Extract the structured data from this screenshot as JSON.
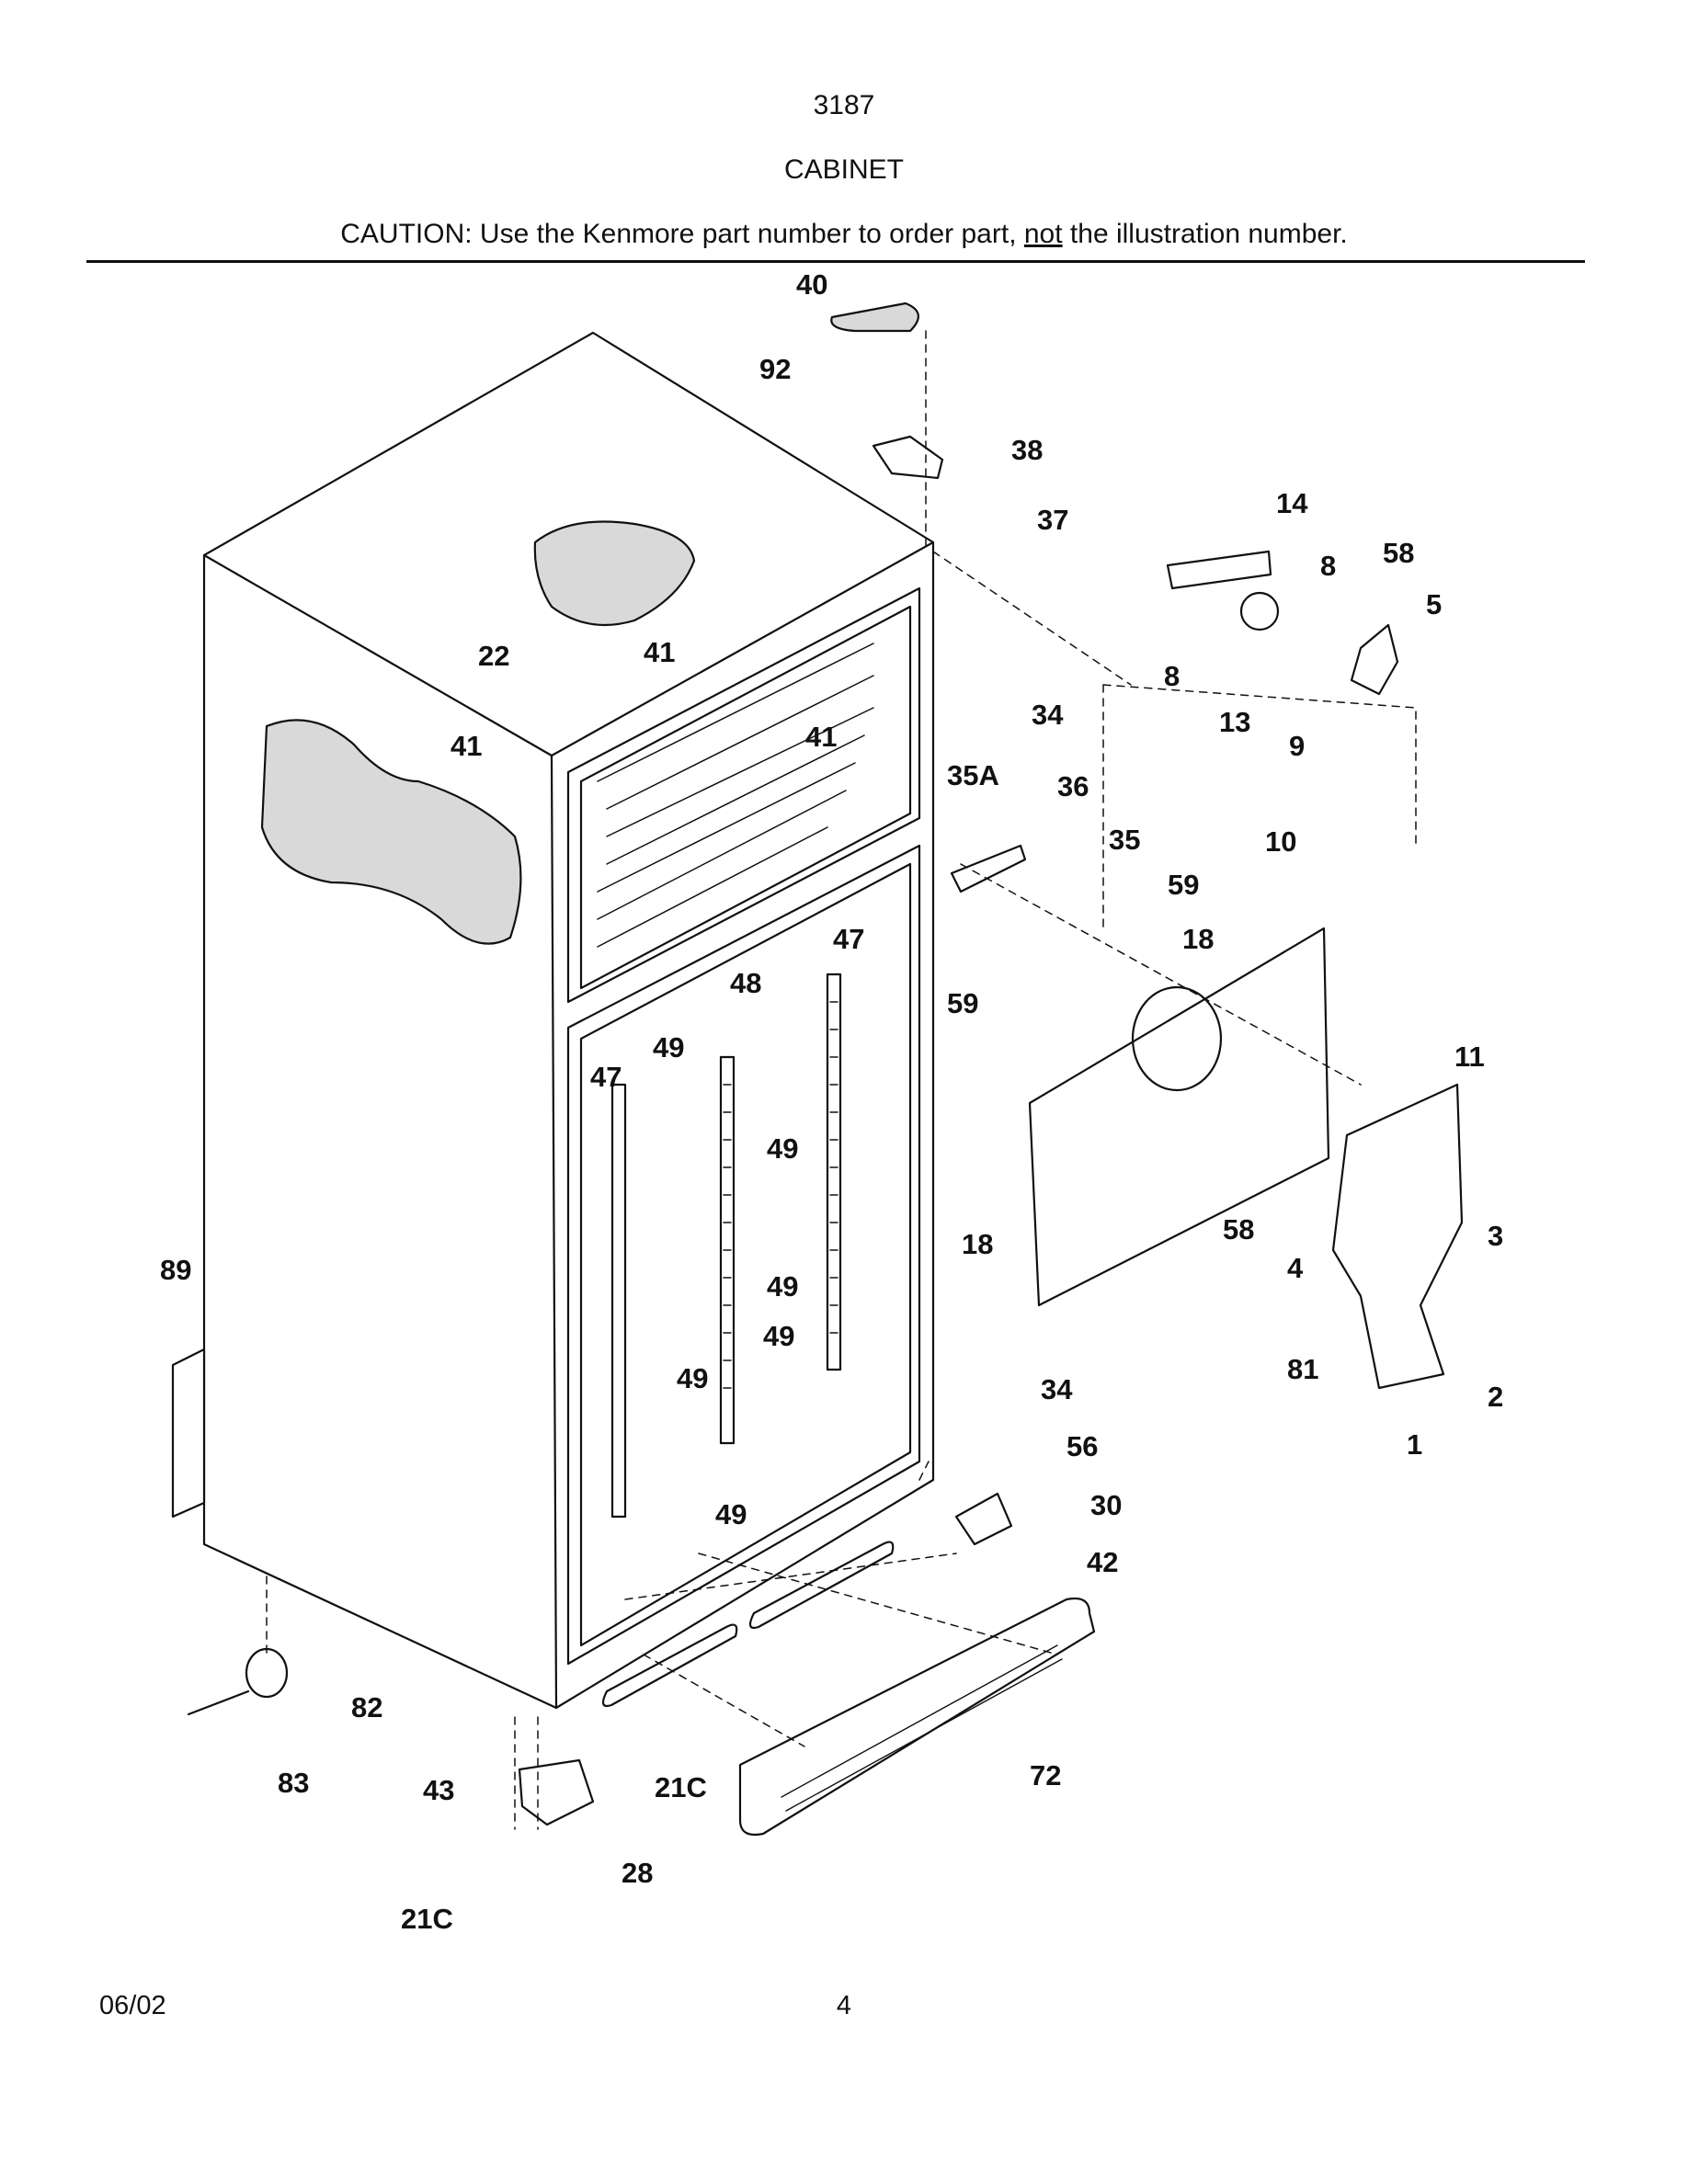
{
  "header": {
    "model": "3187",
    "title": "CABINET",
    "caution_pre": "CAUTION: Use the Kenmore part number to order part, ",
    "caution_underlined": "not",
    "caution_post": " the illustration number."
  },
  "footer": {
    "date": "06/02",
    "page": "4"
  },
  "diagram": {
    "callouts": [
      "40",
      "92",
      "38",
      "37",
      "14",
      "8",
      "58",
      "5",
      "8",
      "13",
      "9",
      "22",
      "41",
      "41",
      "41",
      "34",
      "35A",
      "36",
      "35",
      "10",
      "59",
      "18",
      "59",
      "47",
      "48",
      "49",
      "47",
      "49",
      "11",
      "49",
      "18",
      "58",
      "4",
      "3",
      "89",
      "49",
      "49",
      "81",
      "2",
      "1",
      "34",
      "56",
      "30",
      "42",
      "49",
      "82",
      "83",
      "21C",
      "72",
      "43",
      "28",
      "21C"
    ],
    "colors": {
      "line": "#111111",
      "shade": "#d9d9d9",
      "paper": "#ffffff"
    }
  }
}
